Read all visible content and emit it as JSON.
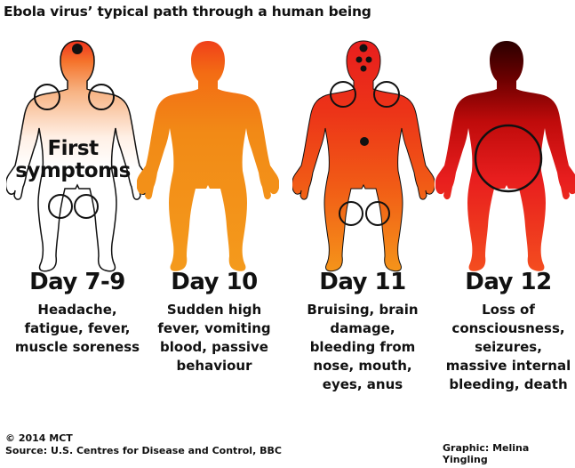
{
  "title": "Ebola virus’  typical path through a human being",
  "overlay_label": {
    "line1": "First",
    "line2": "symptoms"
  },
  "stages": [
    {
      "day": "Day 7-9",
      "lines": [
        "Headache,",
        "fatigue, fever,",
        "muscle soreness"
      ]
    },
    {
      "day": "Day 10",
      "lines": [
        "Sudden high",
        "fever, vomiting",
        "blood, passive",
        "behaviour"
      ]
    },
    {
      "day": "Day 11",
      "lines": [
        "Bruising, brain",
        "damage,",
        "bleeding from",
        "nose, mouth,",
        "eyes, anus"
      ]
    },
    {
      "day": "Day 12",
      "lines": [
        "Loss of",
        "consciousness,",
        "seizures,",
        "massive internal",
        "bleeding, death"
      ]
    }
  ],
  "footer": {
    "copyright": "© 2014 MCT",
    "source": "Source: U.S. Centres for Disease and Control, BBC",
    "graphic": "Graphic: Melina Yingling"
  },
  "colors": {
    "accent": "#e8281a",
    "orange": "#f07a10",
    "dark_red": "#8b0000",
    "outline": "#111111"
  }
}
